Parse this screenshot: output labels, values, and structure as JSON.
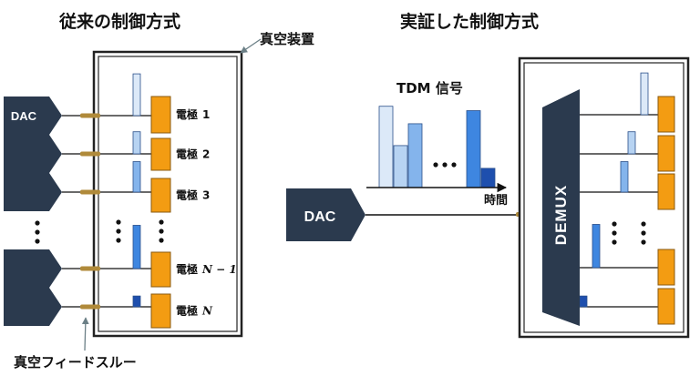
{
  "left": {
    "title": "従来の制御方式",
    "vacuum_label": "真空装置",
    "feedthrough_label": "真空フィードスルー",
    "dac_label": "DAC",
    "electrodes": [
      {
        "prefix": "電極",
        "index": "1",
        "level": 0.85,
        "color": "#dce9f8"
      },
      {
        "prefix": "電極",
        "index": "2",
        "level": 0.45,
        "color": "#b7d3f2"
      },
      {
        "prefix": "電極",
        "index": "3",
        "level": 0.62,
        "color": "#84b4ec"
      },
      {
        "prefix": "電極",
        "index": "N − 1",
        "level": 0.88,
        "color": "#3e86e0"
      },
      {
        "prefix": "電極",
        "index": "N",
        "level": 0.22,
        "color": "#1e4fae"
      }
    ]
  },
  "right": {
    "title": "実証した制御方式",
    "signal_label": "TDM 信号",
    "time_label": "時間",
    "dac_label": "DAC",
    "demux_label": "DEMUX",
    "tdm_levels": [
      0.93,
      0.48,
      0.73,
      0.88,
      0.22
    ],
    "tdm_colors": [
      "#dce9f8",
      "#b7d3f2",
      "#84b4ec",
      "#3e86e0",
      "#1e4fae"
    ],
    "output_levels": [
      0.85,
      0.45,
      0.62,
      0.88,
      0.22
    ]
  },
  "colors": {
    "electrode": "#f39c12",
    "dark_box": "#2b3a4e",
    "feedthrough": "#b08a3a"
  }
}
